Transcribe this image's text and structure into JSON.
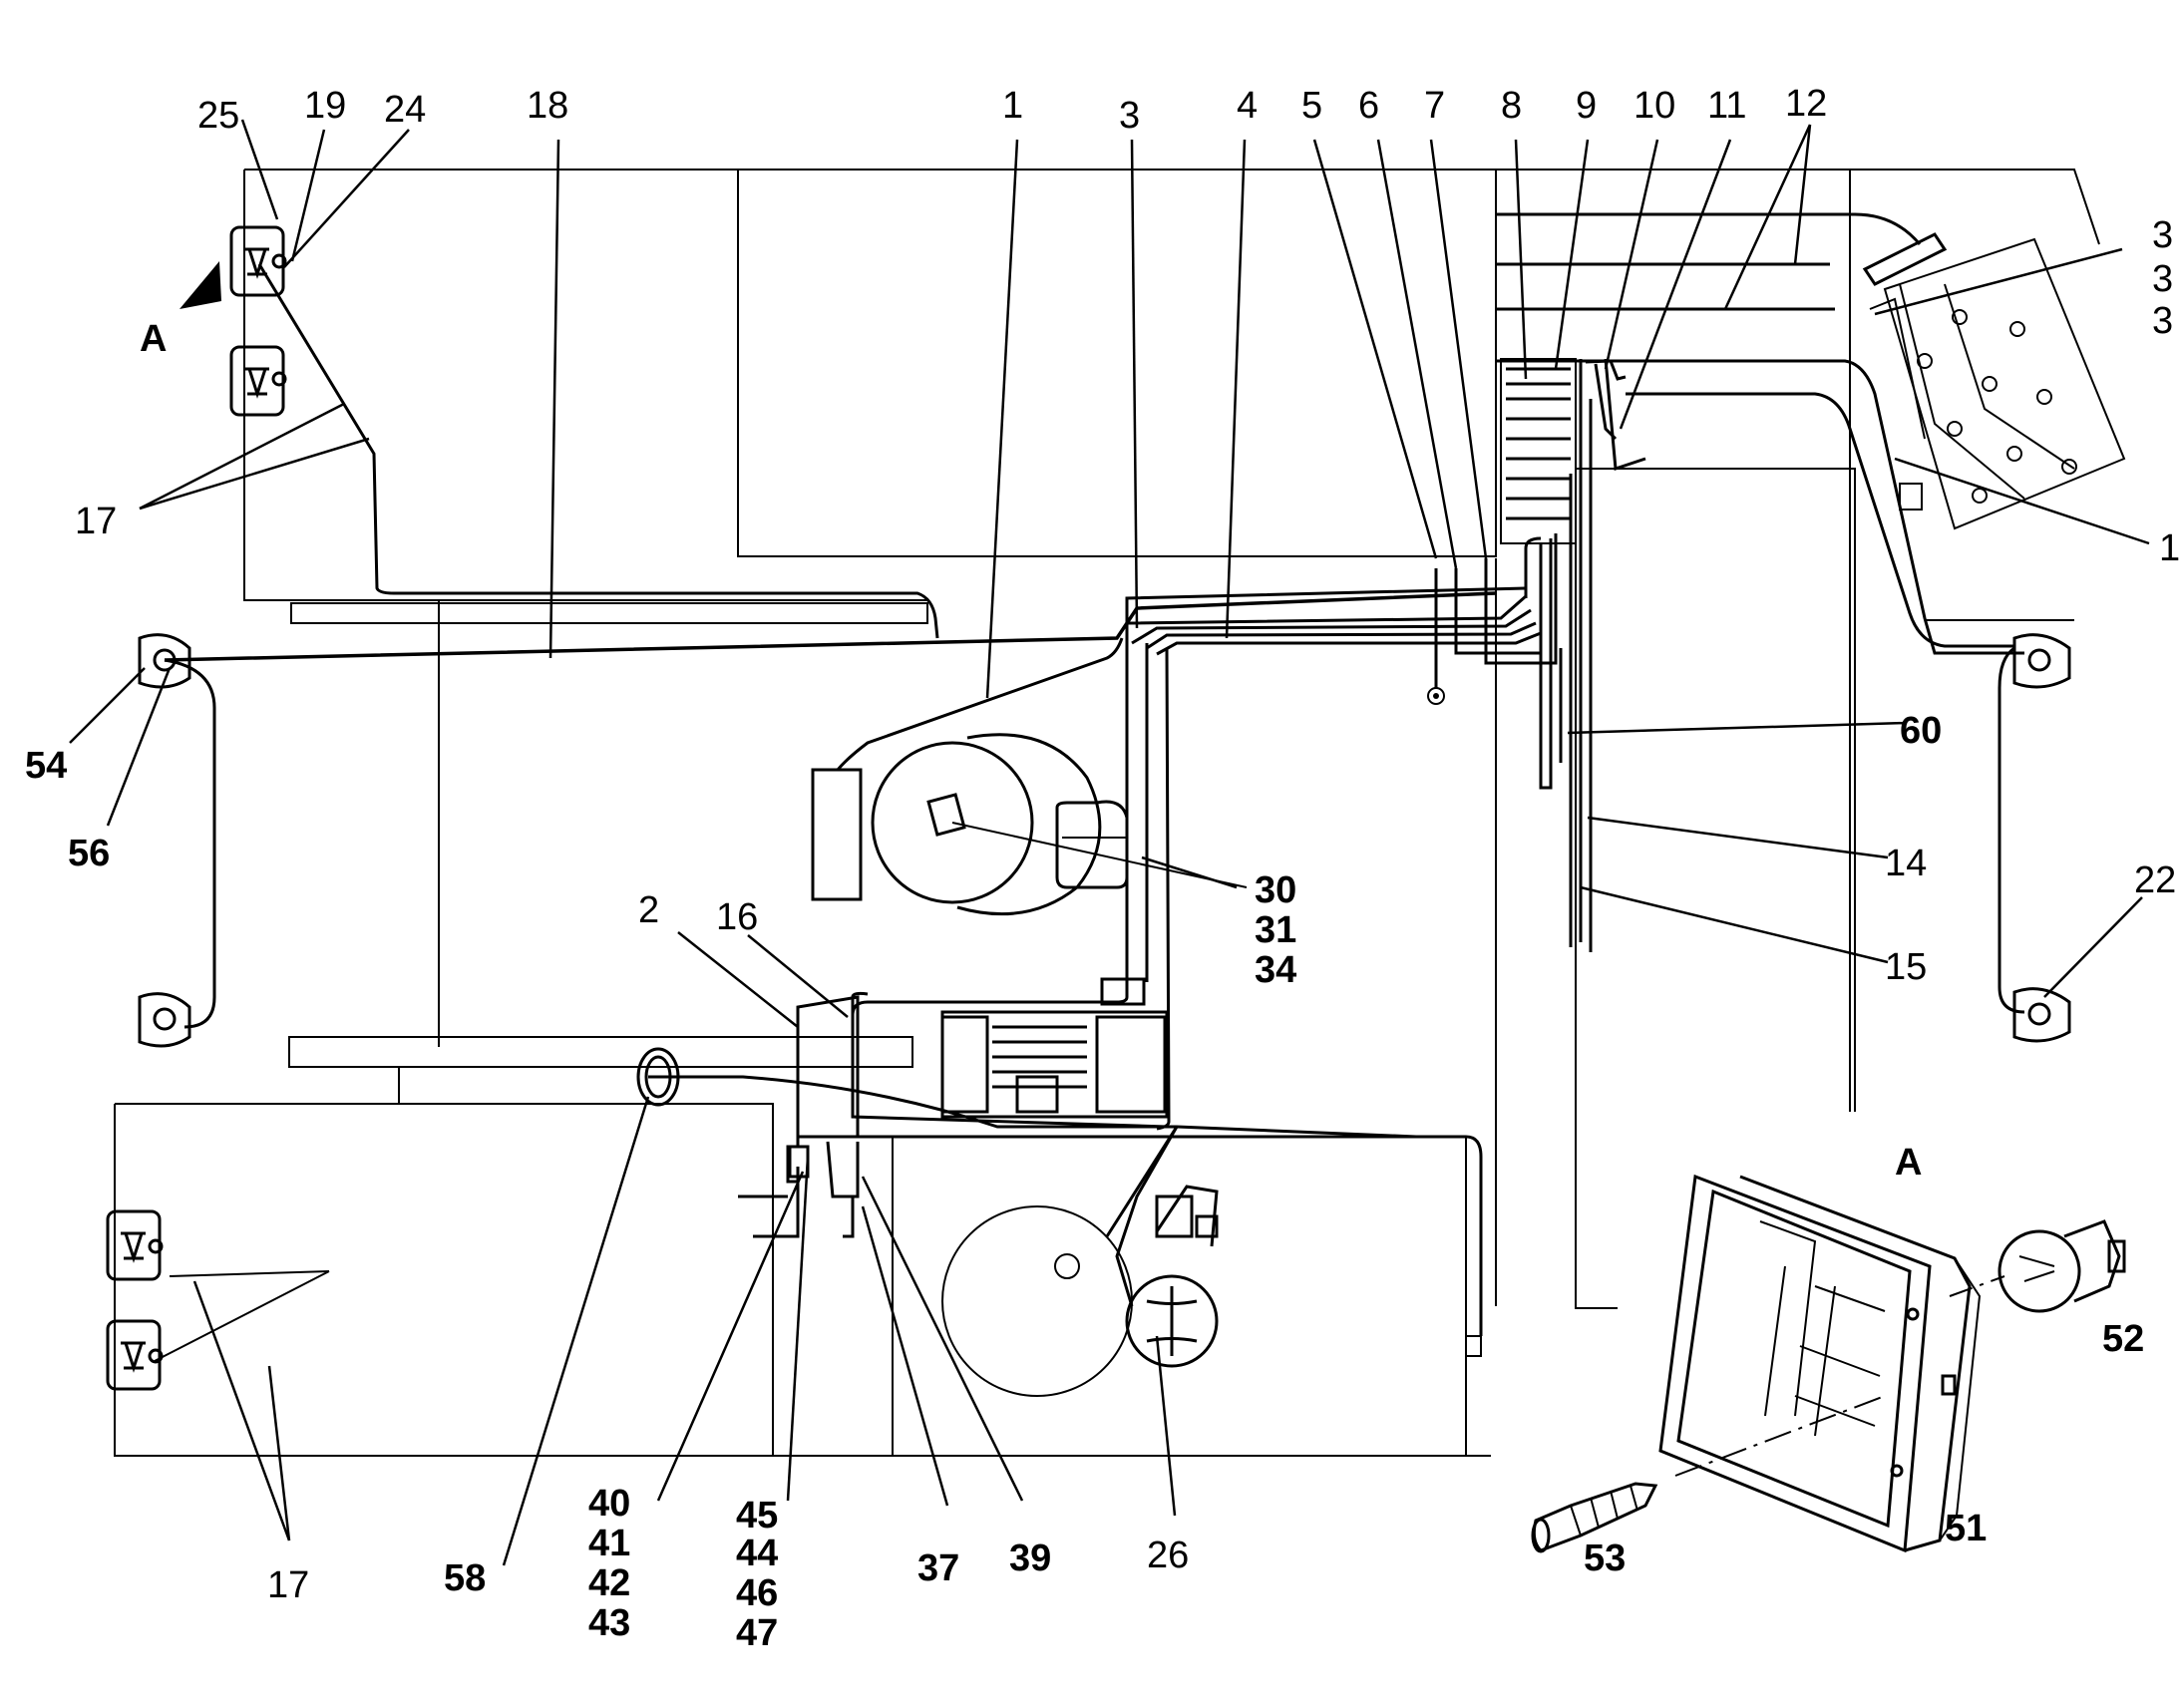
{
  "view_letter": "A",
  "detail_letter": "A",
  "callouts": {
    "c1": "1",
    "c2": "2",
    "c3": "3",
    "c4": "4",
    "c5": "5",
    "c6": "6",
    "c7": "7",
    "c8": "8",
    "c9": "9",
    "c10": "10",
    "c11": "11",
    "c12": "12",
    "c14": "14",
    "c15": "15",
    "c16": "16",
    "c17a": "17",
    "c17b": "17",
    "c18": "18",
    "c19": "19",
    "c22": "22",
    "c24": "24",
    "c25": "25",
    "c26": "26",
    "c30": "30",
    "c31": "31",
    "c34": "34",
    "c37": "37",
    "c39": "39",
    "c40": "40",
    "c41": "41",
    "c42": "42",
    "c43": "43",
    "c44": "44",
    "c45": "45",
    "c46": "46",
    "c47": "47",
    "c51": "51",
    "c52": "52",
    "c53": "53",
    "c54": "54",
    "c56": "56",
    "c58": "58",
    "c60": "60",
    "c13a": "3",
    "c13b": "3",
    "c13c": "3",
    "c1r": "1"
  }
}
